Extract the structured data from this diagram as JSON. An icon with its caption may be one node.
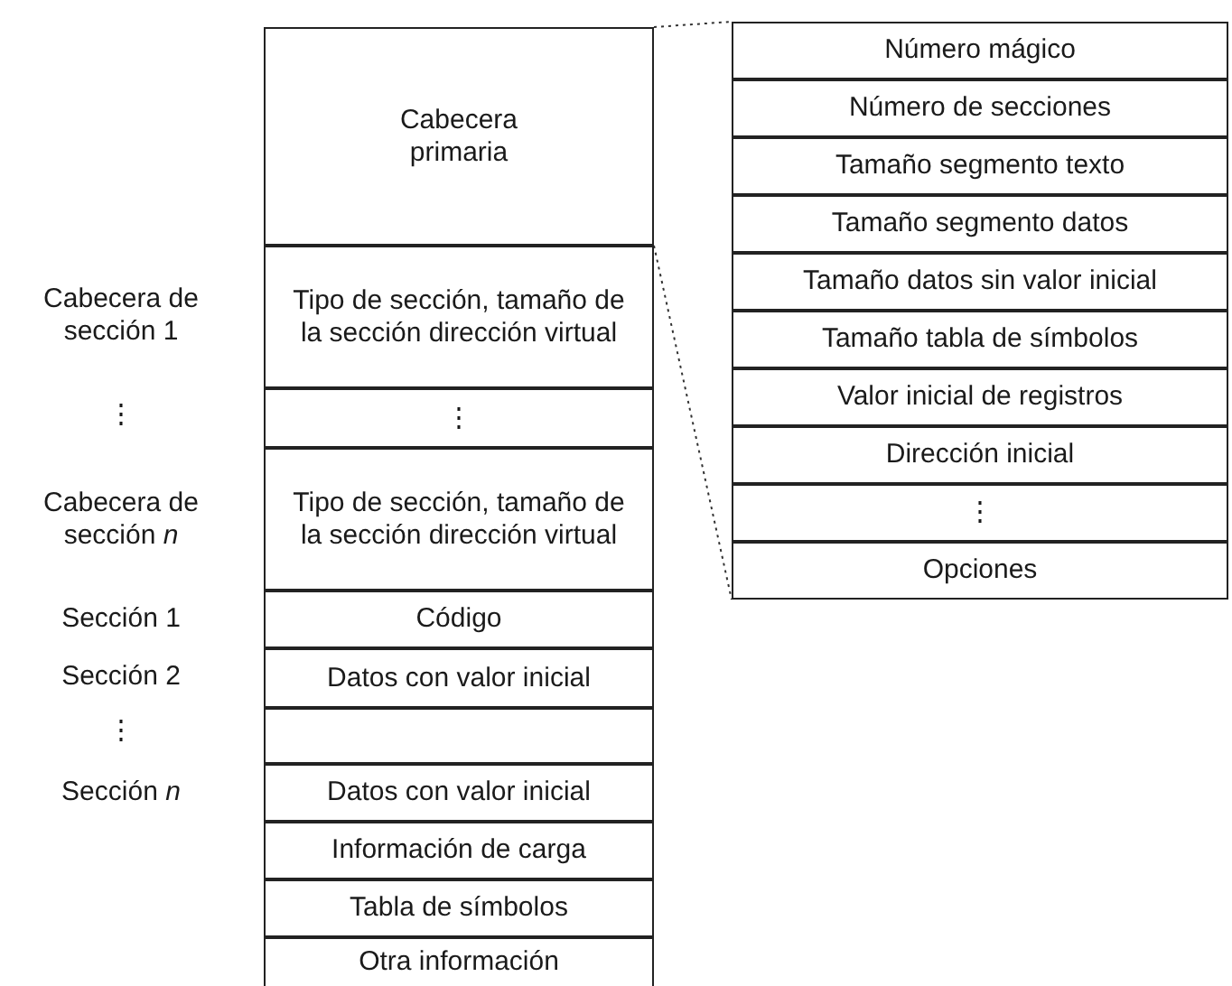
{
  "diagram": {
    "nodes": [
      {
        "text": [
          "Cabecera primaria"
        ]
      },
      {
        "text": [
          "Tipo de sección, tamaño de la sección dirección virtual"
        ],
        "beside": [
          "Cabecera de sección 1"
        ]
      },
      {
        "text": [
          "⋮"
        ]
      },
      {
        "text": [
          "Tipo de sección, tamaño de la sección dirección virtual"
        ],
        "beside": [
          "Cabecera de sección *n*"
        ]
      },
      {
        "text": [
          "Código"
        ],
        "beside": [
          "Sección 1"
        ]
      },
      {
        "text": [
          "Datos con valor inicial"
        ],
        "beside": [
          "Sección 2"
        ]
      },
      {
        "text": [],
        "shape": "box"
      },
      {
        "text": [
          "Datos con valor inicial"
        ],
        "beside": [
          "Sección *n*"
        ]
      },
      {
        "text": [
          "Información de carga"
        ]
      },
      {
        "text": [
          "Tabla de símbolos"
        ]
      },
      {
        "text": [
          "Otra información"
        ]
      },
      {
        "text": [
          "Número mágico"
        ]
      },
      {
        "text": [
          "Número de secciones"
        ]
      },
      {
        "text": [
          "Tamaño segmento texto"
        ]
      },
      {
        "text": [
          "Tamaño segmento datos"
        ]
      },
      {
        "text": [
          "Tamaño datos sin valor inicial"
        ]
      },
      {
        "text": [
          "Tamaño tabla de símbolos"
        ]
      },
      {
        "text": [
          "Valor inicial de registros"
        ]
      },
      {
        "text": [
          "Dirección inicial"
        ]
      },
      {
        "text": [
          "⋮"
        ]
      },
      {
        "text": [
          "Opciones"
        ]
      }
    ],
    "edges": [
      {
        "from": 0,
        "to": 11,
        "arrow": "none",
        "style": "dashed"
      },
      {
        "from": 0,
        "to": 20,
        "arrow": "none",
        "style": "dashed"
      }
    ],
    "labels": [
      "⋮",
      "⋮"
    ]
  }
}
